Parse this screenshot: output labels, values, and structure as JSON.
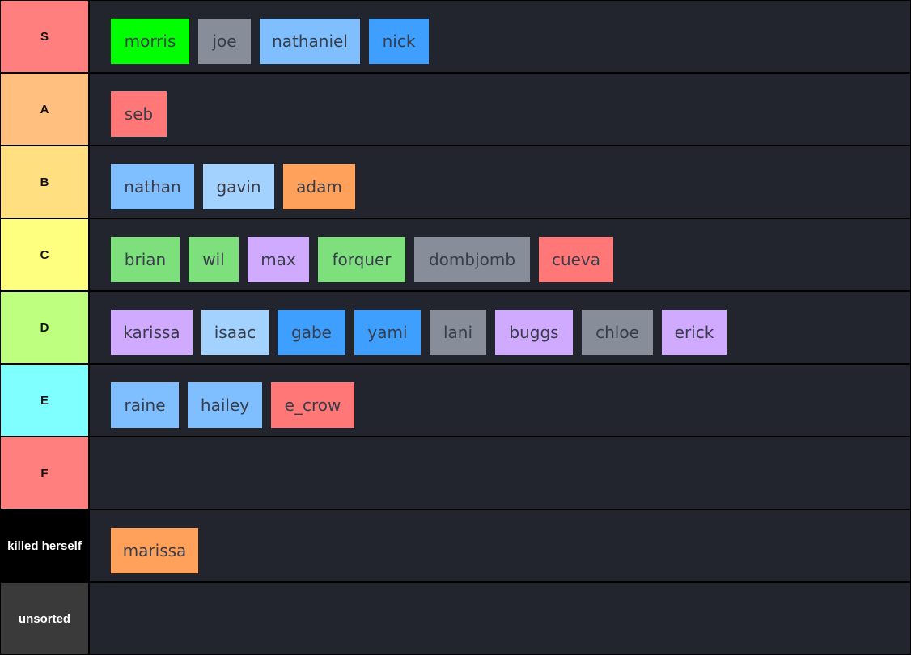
{
  "colors": {
    "background": "#22252d",
    "border": "#000000",
    "chip_text": "#383d49"
  },
  "tiers": [
    {
      "label": "S",
      "color": "#ff7f7f",
      "label_color": "#111111",
      "items": [
        {
          "name": "morris",
          "color": "#00ff00"
        },
        {
          "name": "joe",
          "color": "#878e99"
        },
        {
          "name": "nathaniel",
          "color": "#7fbfff"
        },
        {
          "name": "nick",
          "color": "#3f9fff"
        }
      ]
    },
    {
      "label": "A",
      "color": "#ffbf7f",
      "label_color": "#111111",
      "items": [
        {
          "name": "seb",
          "color": "#ff7777"
        }
      ]
    },
    {
      "label": "B",
      "color": "#ffdf7f",
      "label_color": "#111111",
      "items": [
        {
          "name": "nathan",
          "color": "#7fbfff"
        },
        {
          "name": "gavin",
          "color": "#a3d2ff"
        },
        {
          "name": "adam",
          "color": "#ffa15b"
        }
      ]
    },
    {
      "label": "C",
      "color": "#ffff7f",
      "label_color": "#111111",
      "items": [
        {
          "name": "brian",
          "color": "#7de07d"
        },
        {
          "name": "wil",
          "color": "#7de07d"
        },
        {
          "name": "max",
          "color": "#cfaaff"
        },
        {
          "name": "forquer",
          "color": "#7de07d"
        },
        {
          "name": "dombjomb",
          "color": "#878e99"
        },
        {
          "name": "cueva",
          "color": "#ff7777"
        }
      ]
    },
    {
      "label": "D",
      "color": "#bfff7f",
      "label_color": "#111111",
      "items": [
        {
          "name": "karissa",
          "color": "#cfaaff"
        },
        {
          "name": "isaac",
          "color": "#a3d2ff"
        },
        {
          "name": "gabe",
          "color": "#3f9fff"
        },
        {
          "name": "yami",
          "color": "#3f9fff"
        },
        {
          "name": "lani",
          "color": "#878e99"
        },
        {
          "name": "buggs",
          "color": "#cfaaff"
        },
        {
          "name": "chloe",
          "color": "#878e99"
        },
        {
          "name": "erick",
          "color": "#cfaaff"
        }
      ]
    },
    {
      "label": "E",
      "color": "#7fffff",
      "label_color": "#111111",
      "items": [
        {
          "name": "raine",
          "color": "#7fbfff"
        },
        {
          "name": "hailey",
          "color": "#7fbfff"
        },
        {
          "name": "e_crow",
          "color": "#ff7777"
        }
      ]
    },
    {
      "label": "F",
      "color": "#ff7f7f",
      "label_color": "#111111",
      "items": []
    },
    {
      "label": "killed herself",
      "color": "#000000",
      "label_color": "#ffffff",
      "items": [
        {
          "name": "marissa",
          "color": "#ffa15b"
        }
      ]
    },
    {
      "label": "unsorted",
      "color": "#3a3a3a",
      "label_color": "#ffffff",
      "items": []
    }
  ]
}
